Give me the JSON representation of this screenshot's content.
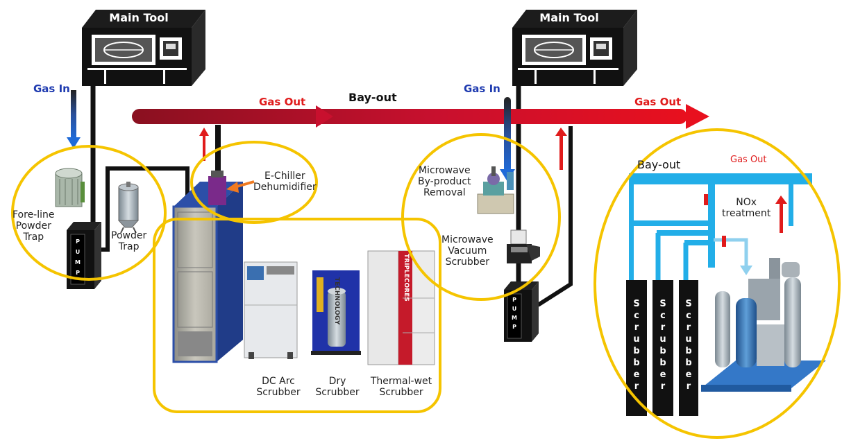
{
  "labels": {
    "main_tool_left": "Main Tool",
    "main_tool_right": "Main Tool",
    "gas_in_left": "Gas In",
    "gas_in_right": "Gas In",
    "gas_out_1": "Gas Out",
    "gas_out_2": "Gas Out",
    "gas_out_3": "Gas Out",
    "bay_out_1": "Bay-out",
    "bay_out_2": "Bay-out",
    "fore_line_powder_trap": [
      "Fore-line",
      "Powder",
      "Trap"
    ],
    "powder_trap": [
      "Powder",
      "Trap"
    ],
    "e_chiller": [
      "E-Chiller",
      "Dehumidifier"
    ],
    "dc_arc_scrubber": [
      "DC Arc",
      "Scrubber"
    ],
    "dry_scrubber": [
      "Dry",
      "Scrubber"
    ],
    "thermal_wet_scrubber": [
      "Thermal-wet",
      "Scrubber"
    ],
    "microwave_byproduct": [
      "Microwave",
      "By-product",
      "Removal"
    ],
    "microwave_vacuum": [
      "Microwave",
      "Vacuum",
      "Scrubber"
    ],
    "nox_treatment": [
      "NOx",
      "treatment"
    ],
    "pump_left": "PUMP",
    "pump_right": "PUMP",
    "scrubber_1": "Scrubber",
    "scrubber_2": "Scrubber",
    "scrubber_3": "Scrubber",
    "brand_vertical": "TECHNOLOGY",
    "brand_triple": "TRIPLECORES"
  },
  "colors": {
    "highlight_ring": "#f5c400",
    "gas_out_arrow": "#c8102e",
    "gas_in_arrow": "#1e6ad8",
    "bay_out_pipe": "#22aee8",
    "red_label": "#e01b1b",
    "blue_label": "#1f3bb0"
  }
}
